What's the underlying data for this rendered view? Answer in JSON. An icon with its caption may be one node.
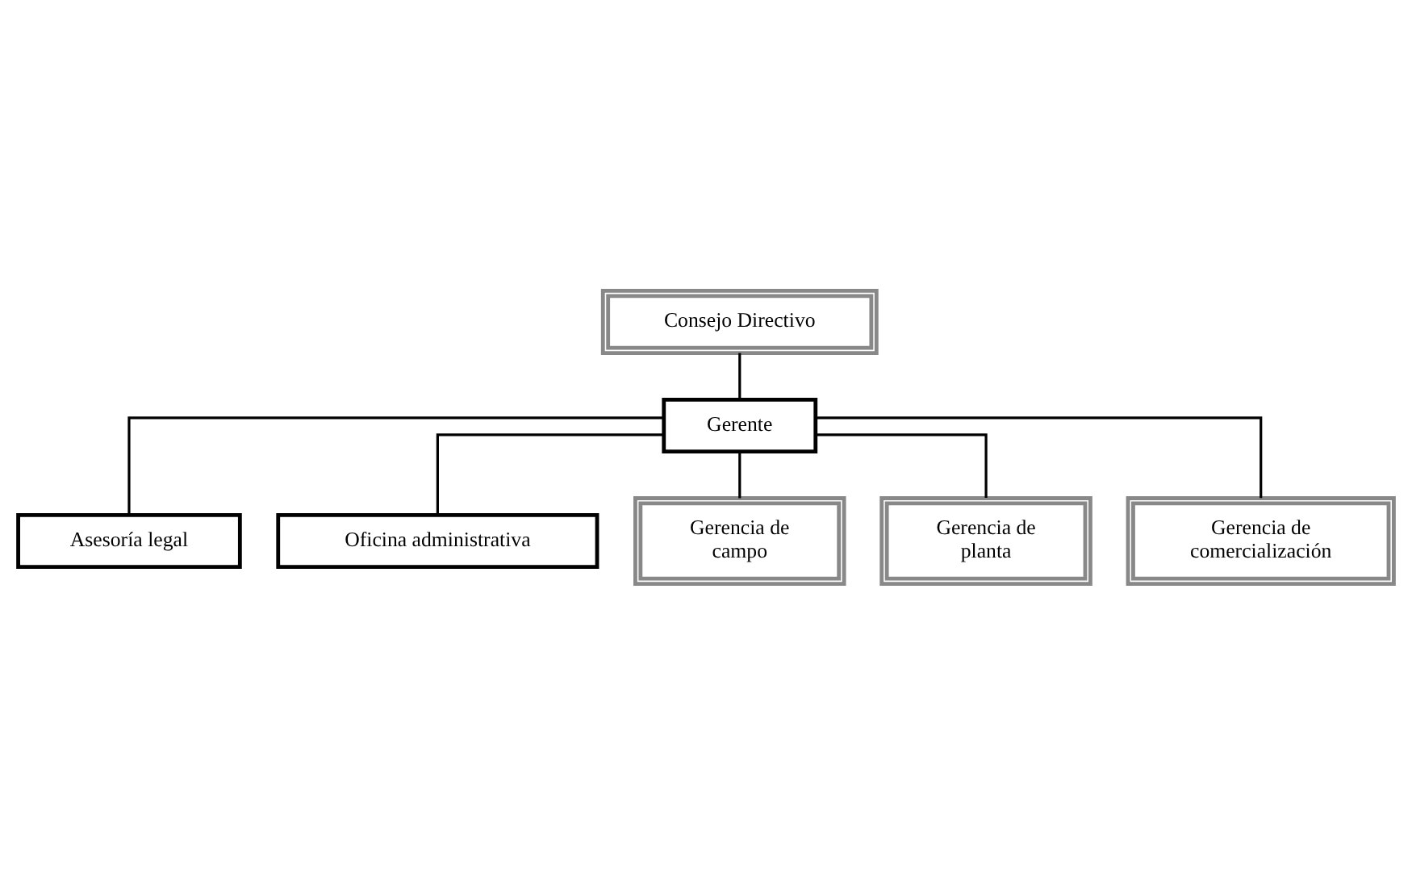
{
  "diagram": {
    "nodes": [
      {
        "text": [
          "Consejo Directivo"
        ]
      },
      {
        "text": [
          "Gerente"
        ]
      },
      {
        "text": [
          "Asesoría legal"
        ]
      },
      {
        "text": [
          "Oficina administrativa"
        ]
      },
      {
        "text": [
          "Gerencia de campo"
        ]
      },
      {
        "text": [
          "Gerencia de planta"
        ]
      },
      {
        "text": [
          "Gerencia de comercialización"
        ]
      }
    ],
    "edges": [
      {
        "from": 0,
        "to": 1,
        "arrow": "none"
      },
      {
        "from": 1,
        "to": 2,
        "arrow": "none"
      },
      {
        "from": 1,
        "to": 3,
        "arrow": "none"
      },
      {
        "from": 1,
        "to": 4,
        "arrow": "none"
      },
      {
        "from": 1,
        "to": 5,
        "arrow": "none"
      },
      {
        "from": 1,
        "to": 6,
        "arrow": "none"
      }
    ]
  }
}
